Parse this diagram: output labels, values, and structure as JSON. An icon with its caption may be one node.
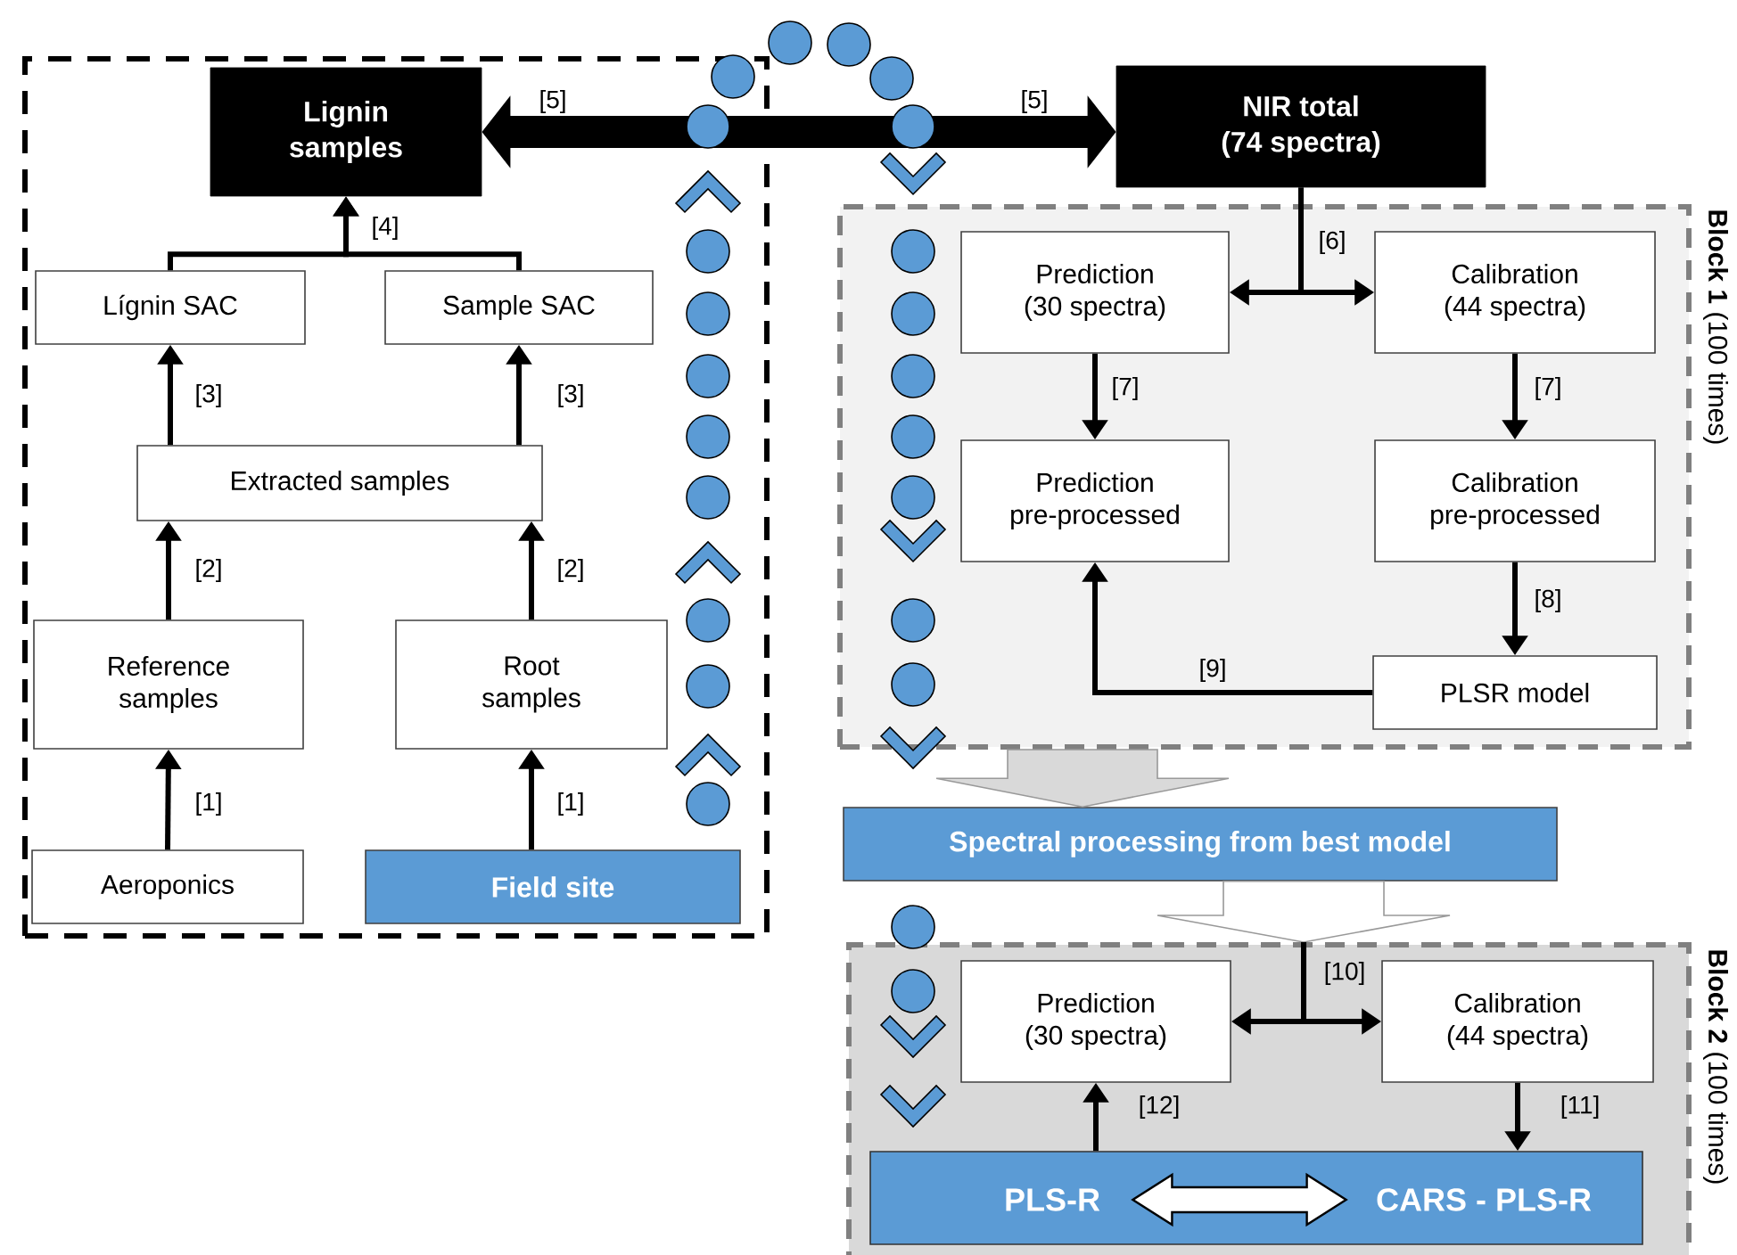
{
  "diagram": {
    "nodes": [
      {
        "text": [],
        "shape": "box"
      },
      {
        "text": [
          "Lignin samples"
        ],
        "in": 0
      },
      {
        "text": [
          "Lígnin SAC"
        ],
        "in": 0
      },
      {
        "text": [
          "Sample SAC"
        ],
        "in": 0
      },
      {
        "text": [
          "Extracted samples"
        ],
        "in": 0
      },
      {
        "text": [
          "Reference samples"
        ],
        "in": 0
      },
      {
        "text": [
          "Root samples"
        ],
        "in": 0
      },
      {
        "text": [
          "Aeroponics"
        ],
        "in": 0
      },
      {
        "text": [
          "Field site"
        ],
        "in": 0
      },
      {
        "text": [
          "NIR total",
          "(74 spectra)"
        ]
      },
      {
        "text": [
          "**Block 1** (100 times)"
        ]
      },
      {
        "text": [
          "Prediction",
          "(30 spectra)"
        ],
        "in": 10
      },
      {
        "text": [
          "Calibration",
          "(44 spectra)"
        ],
        "in": 10
      },
      {
        "text": [
          "Prediction",
          "pre-processed"
        ],
        "in": 10
      },
      {
        "text": [
          "Calibration",
          "pre-processed"
        ],
        "in": 10
      },
      {
        "text": [
          "PLSR model"
        ],
        "in": 10
      },
      {
        "text": [
          "Spectral processing from best model"
        ]
      },
      {
        "text": [
          "**Block 2** (100 times)"
        ]
      },
      {
        "text": [
          "Prediction",
          "(30 spectra)"
        ],
        "in": 17
      },
      {
        "text": [
          "Calibration",
          "(44 spectra)"
        ],
        "in": 17
      },
      {
        "text": [],
        "shape": "bar",
        "in": 17
      },
      {
        "text": [
          "PLS-R"
        ],
        "in": 20
      },
      {
        "text": [
          "CARS - PLS-R"
        ],
        "in": 20
      }
    ],
    "edges": [
      {
        "from": 7,
        "to": 5,
        "arrow": "to",
        "label": "[1]"
      },
      {
        "from": 8,
        "to": 6,
        "arrow": "to",
        "label": "[1]"
      },
      {
        "from": 5,
        "to": 4,
        "arrow": "to",
        "label": "[2]"
      },
      {
        "from": 6,
        "to": 4,
        "arrow": "to",
        "label": "[2]"
      },
      {
        "from": 4,
        "to": 2,
        "arrow": "to",
        "label": "[3]"
      },
      {
        "from": 4,
        "to": 3,
        "arrow": "to",
        "label": "[3]"
      },
      {
        "from": 2,
        "to": 1,
        "arrow": "to",
        "label": "[4]"
      },
      {
        "from": 3,
        "to": 1,
        "arrow": "to"
      },
      {
        "from": 1,
        "to": 9,
        "arrow": "both",
        "label": "[5]",
        "style": "thick"
      },
      {
        "from": 9,
        "to": 11,
        "arrow": "to",
        "label": "[6]"
      },
      {
        "from": 9,
        "to": 12,
        "arrow": "to"
      },
      {
        "from": 11,
        "to": 13,
        "arrow": "to",
        "label": "[7]"
      },
      {
        "from": 12,
        "to": 14,
        "arrow": "to",
        "label": "[7]"
      },
      {
        "from": 14,
        "to": 15,
        "arrow": "to",
        "label": "[8]"
      },
      {
        "from": 15,
        "to": 13,
        "arrow": "to",
        "label": "[9]"
      },
      {
        "from": 10,
        "to": 16,
        "arrow": "to",
        "color": "#d9d9d9"
      },
      {
        "from": 16,
        "to": 17,
        "arrow": "to",
        "color": "#ffffff"
      },
      {
        "from": 17,
        "to": 18,
        "arrow": "to",
        "label": "[10]"
      },
      {
        "from": 17,
        "to": 19,
        "arrow": "to"
      },
      {
        "from": 20,
        "to": 18,
        "arrow": "to",
        "label": "[12]"
      },
      {
        "from": 19,
        "to": 20,
        "arrow": "to",
        "label": "[11]"
      },
      {
        "from": 21,
        "to": 22,
        "arrow": "both",
        "color": "#ffffff"
      }
    ],
    "labels": [
      "[5]"
    ]
  }
}
